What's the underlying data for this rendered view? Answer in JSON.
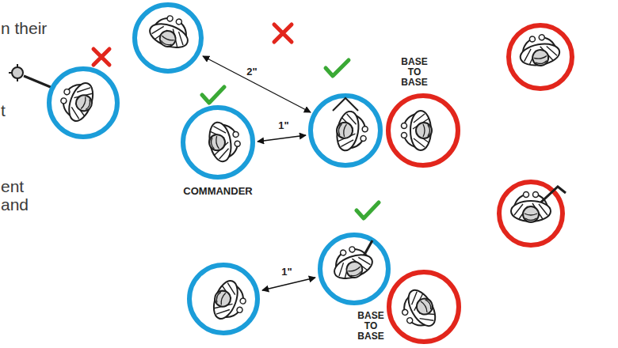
{
  "diagram": {
    "labels": [
      "n their",
      "2\"",
      "BASE TO BASE",
      "t",
      "1\"",
      "COMMANDER",
      "ent",
      "and",
      "1\"",
      "BASE TO BASE"
    ]
  }
}
